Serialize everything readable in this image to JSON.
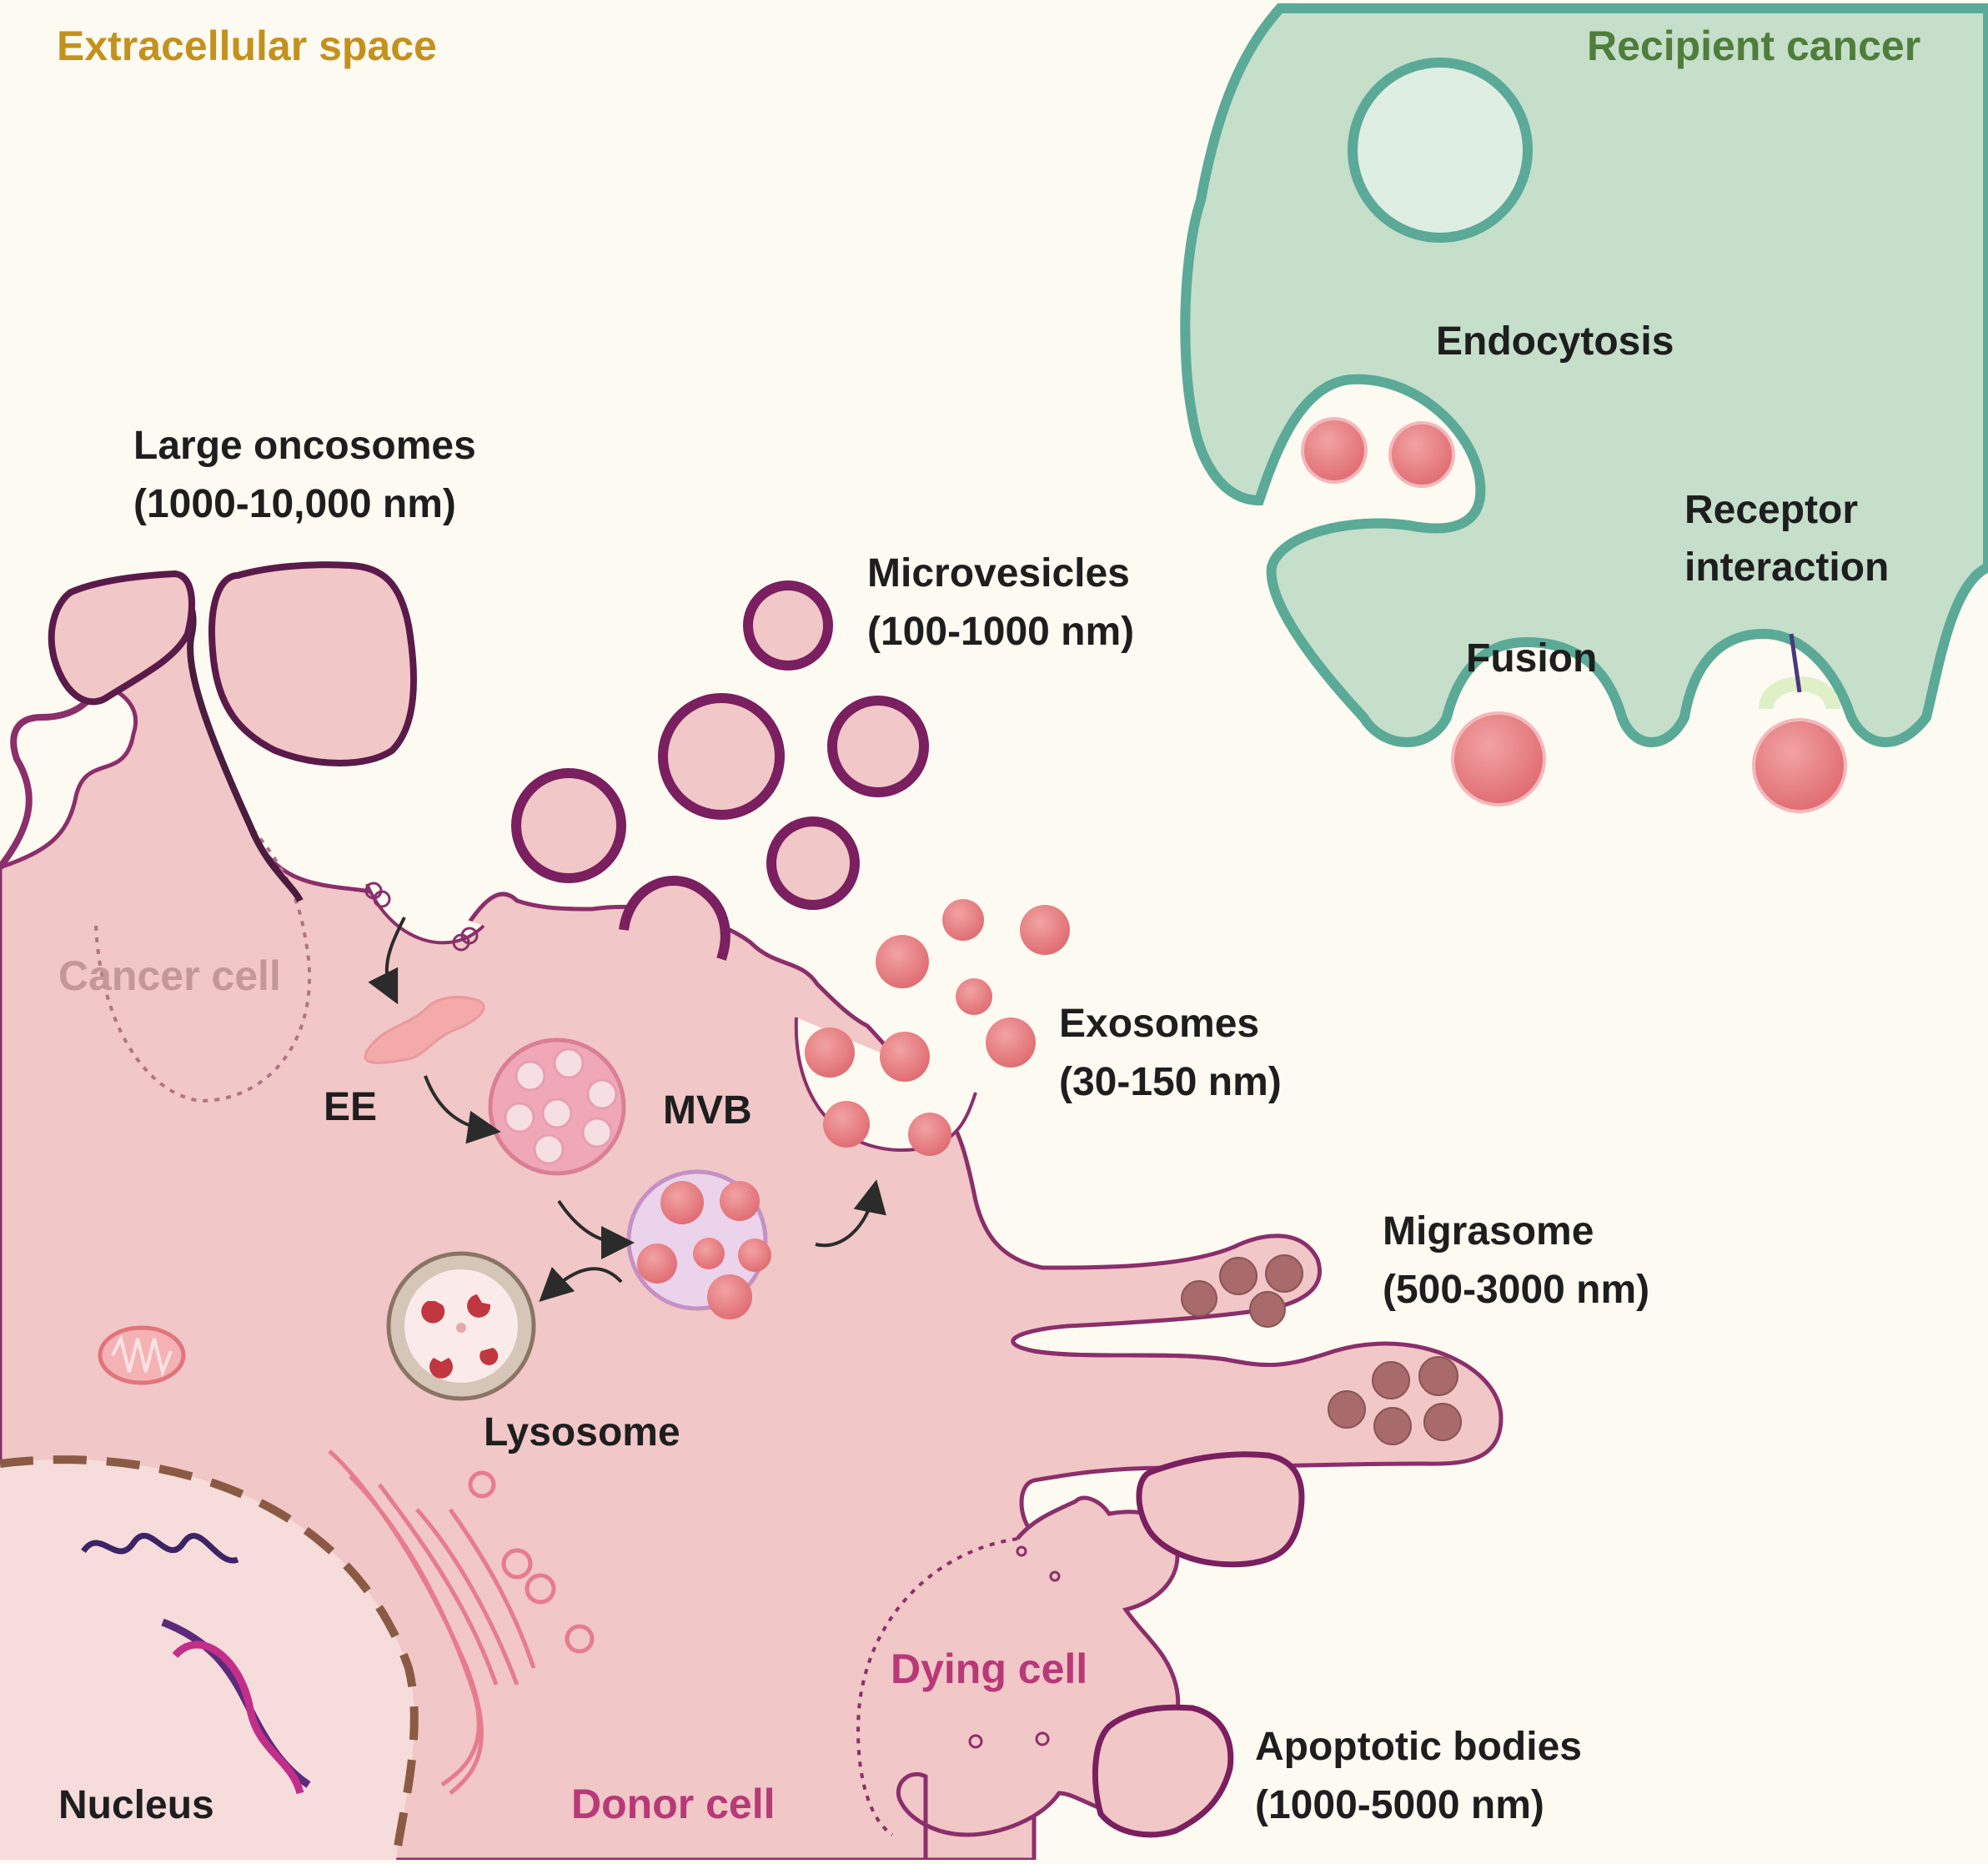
{
  "regions": {
    "extracellular": "Extracellular space",
    "recipient": "Recipient cancer",
    "cancer_cell": "Cancer cell",
    "donor_cell": "Donor cell",
    "dying_cell": "Dying cell"
  },
  "uptake": {
    "endocytosis": "Endocytosis",
    "receptor_line1": "Receptor",
    "receptor_line2": "interaction",
    "fusion": "Fusion"
  },
  "vesicles": {
    "large_oncosomes": {
      "name": "Large oncosomes",
      "size": "(1000-10,000 nm)"
    },
    "microvesicles": {
      "name": "Microvesicles",
      "size": "(100-1000 nm)"
    },
    "exosomes": {
      "name": "Exosomes",
      "size": "(30-150 nm)"
    },
    "migrasome": {
      "name": "Migrasome",
      "size": "(500-3000 nm)"
    },
    "apoptotic_bodies": {
      "name": "Apoptotic bodies",
      "size": "(1000-5000 nm)"
    }
  },
  "organelles": {
    "ee": "EE",
    "mvb": "MVB",
    "lysosome": "Lysosome",
    "nucleus": "Nucleus"
  },
  "colors": {
    "background": "#fdfaf1",
    "cell_fill": "#f2c7c7",
    "cell_outline": "#8a2f6b",
    "vesicle_fill": "#e8787c",
    "recipient_fill": "#c5dfcb",
    "recipient_outline": "#5aaa97",
    "migrasome_dots": "#a86a6a"
  }
}
